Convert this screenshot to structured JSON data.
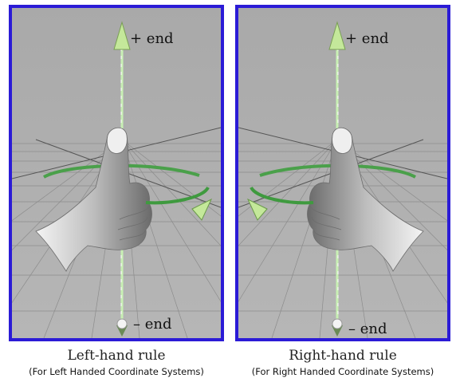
{
  "panels": [
    {
      "id": "left",
      "plus_label": "+ end",
      "minus_label": "– end",
      "caption": "Left-hand rule",
      "subcaption": "(For Left Handed Coordinate Systems)"
    },
    {
      "id": "right",
      "plus_label": "+ end",
      "minus_label": "– end",
      "caption": "Right-hand rule",
      "subcaption": "(For Right Handed Coordinate Systems)"
    }
  ],
  "colors": {
    "border": "#2b1bd6",
    "background": "#a8a8a8",
    "grid": "#8a8a8a",
    "axis": "#b8e6a0",
    "rotation_arc": "#3f9a3f",
    "hand": "#d8d8d8"
  }
}
